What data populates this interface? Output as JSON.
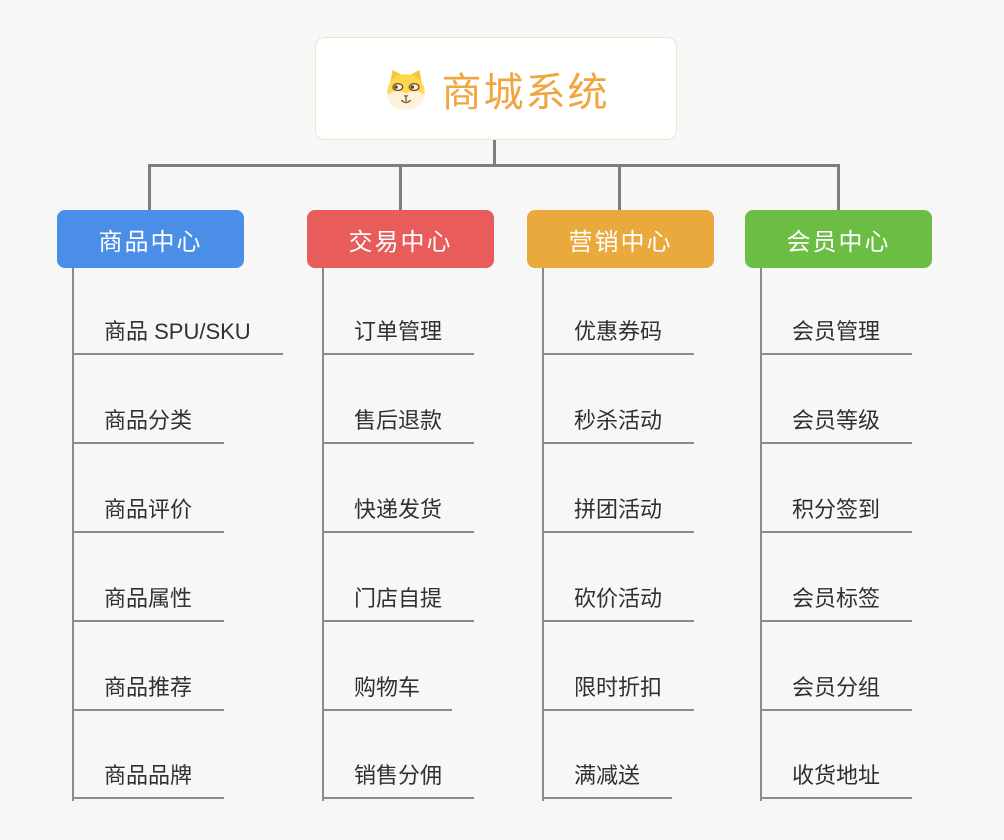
{
  "root": {
    "title": "商城系统",
    "title_color": "#f0a53e",
    "icon": "dog-icon",
    "border_color": "#f2c383"
  },
  "connector_color": "#7e7e7e",
  "spine_color": "#8a8a8a",
  "branches": [
    {
      "label": "商品中心",
      "color": "#4a8ee8",
      "children": [
        "商品 SPU/SKU",
        "商品分类",
        "商品评价",
        "商品属性",
        "商品推荐",
        "商品品牌"
      ]
    },
    {
      "label": "交易中心",
      "color": "#e85c5c",
      "children": [
        "订单管理",
        "售后退款",
        "快递发货",
        "门店自提",
        "购物车",
        "销售分佣"
      ]
    },
    {
      "label": "营销中心",
      "color": "#e9a93d",
      "children": [
        "优惠券码",
        "秒杀活动",
        "拼团活动",
        "砍价活动",
        "限时折扣",
        "满减送"
      ]
    },
    {
      "label": "会员中心",
      "color": "#6cbd44",
      "children": [
        "会员管理",
        "会员等级",
        "积分签到",
        "会员标签",
        "会员分组",
        "收货地址"
      ]
    }
  ]
}
